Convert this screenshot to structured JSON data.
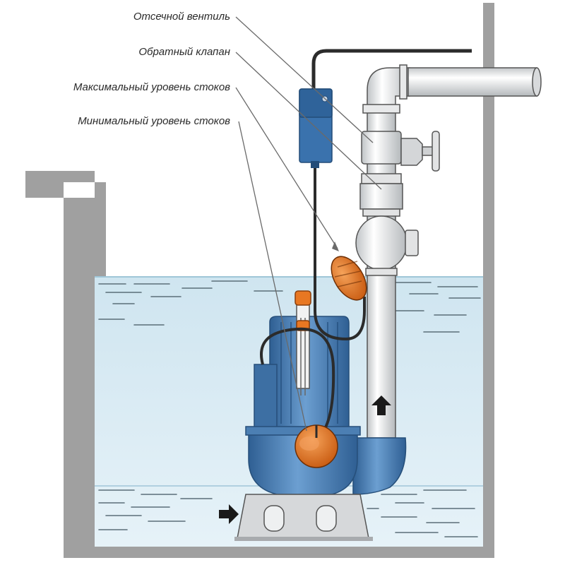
{
  "labels": {
    "shutoff_valve": "Отсечной вентиль",
    "check_valve": "Обратный клапан",
    "max_level": "Максимальный уровень стоков",
    "min_level": "Минимальный уровень стоков"
  },
  "colors": {
    "wall": "#9b9b9b",
    "water": "#d9ecf4",
    "pump_blue": "#4a7fb5",
    "float_orange": "#e87722",
    "pipe": "#e6e6e6"
  }
}
